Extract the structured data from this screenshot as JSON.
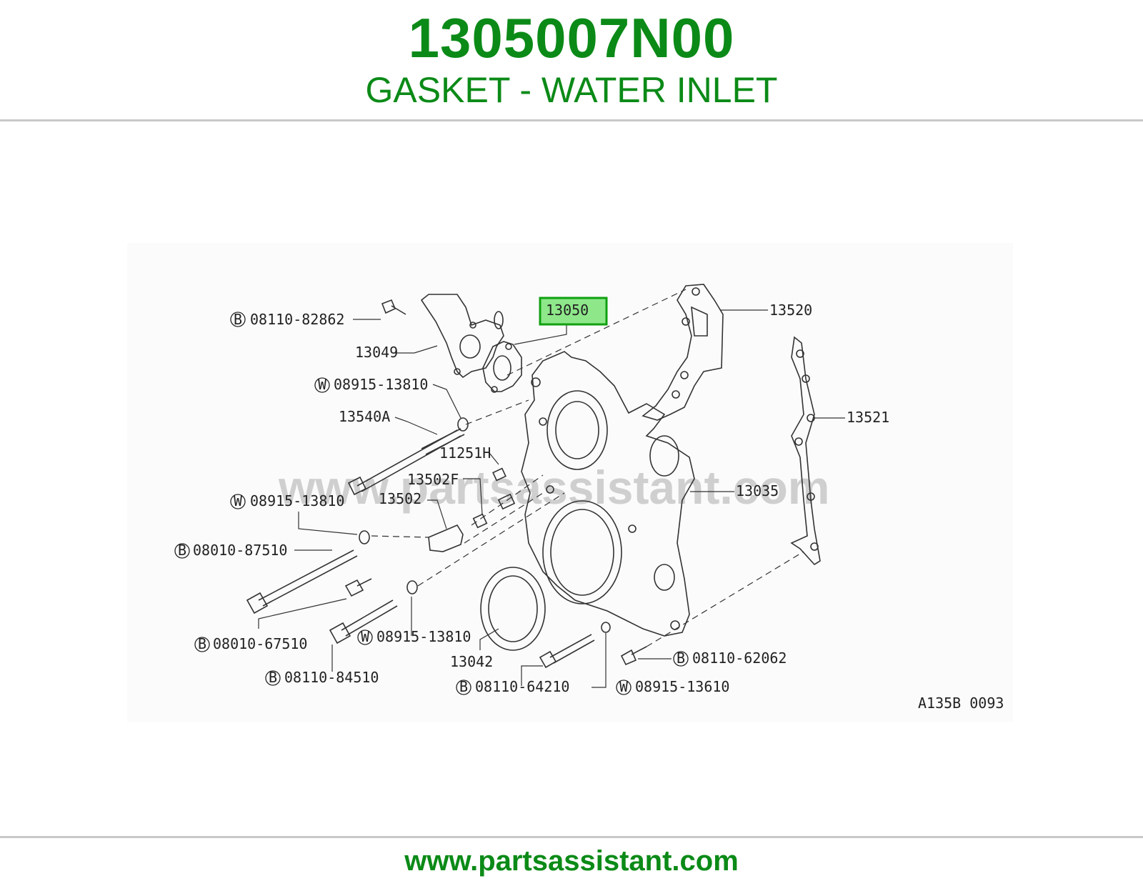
{
  "header": {
    "part_number": "1305007N00",
    "part_name": "GASKET - WATER INLET"
  },
  "footer": {
    "website": "www.partsassistant.com"
  },
  "diagram": {
    "watermark": "www.partsassistant.com",
    "diagram_code": "A135B 0093",
    "highlighted_callout": "13050",
    "highlight_color": "#8ee88a",
    "highlight_border": "#10a010",
    "callouts": {
      "c_08110_82862": "08110-82862",
      "c_13049": "13049",
      "c_13050": "13050",
      "c_13520": "13520",
      "c_13521": "13521",
      "c_08915_13810_a": "08915-13810",
      "c_13540a": "13540A",
      "c_11251h": "11251H",
      "c_13502f": "13502F",
      "c_13502": "13502",
      "c_13035": "13035",
      "c_08915_13810_b": "08915-13810",
      "c_08010_87510": "08010-87510",
      "c_08010_67510": "08010-67510",
      "c_08915_13810_c": "08915-13810",
      "c_08110_84510": "08110-84510",
      "c_13042": "13042",
      "c_08110_64210": "08110-64210",
      "c_08915_13610": "08915-13610",
      "c_08110_62062": "08110-62062"
    },
    "prefixes": {
      "bolt": "B",
      "washer": "W"
    }
  }
}
